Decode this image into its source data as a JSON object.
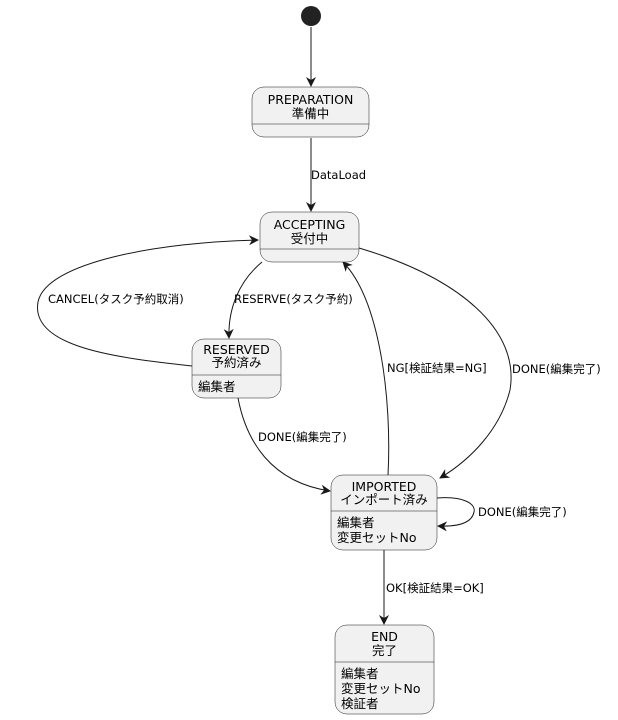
{
  "states": {
    "preparation": {
      "name": "PREPARATION",
      "subtitle": "準備中",
      "attributes": []
    },
    "accepting": {
      "name": "ACCEPTING",
      "subtitle": "受付中",
      "attributes": []
    },
    "reserved": {
      "name": "RESERVED",
      "subtitle": "予約済み",
      "attributes": [
        "編集者"
      ]
    },
    "imported": {
      "name": "IMPORTED",
      "subtitle": "インポート済み",
      "attributes": [
        "編集者",
        "変更セットNo"
      ]
    },
    "end": {
      "name": "END",
      "subtitle": "完了",
      "attributes": [
        "編集者",
        "変更セットNo",
        "検証者"
      ]
    }
  },
  "transitions": {
    "data_load": "DataLoad",
    "cancel": "CANCEL(タスク予約取消)",
    "reserve": "RESERVE(タスク予約)",
    "ng": "NG[検証結果=NG]",
    "done_accepting": "DONE(編集完了)",
    "done_reserved": "DONE(編集完了)",
    "done_imported": "DONE(編集完了)",
    "ok": "OK[検証結果=OK]"
  }
}
